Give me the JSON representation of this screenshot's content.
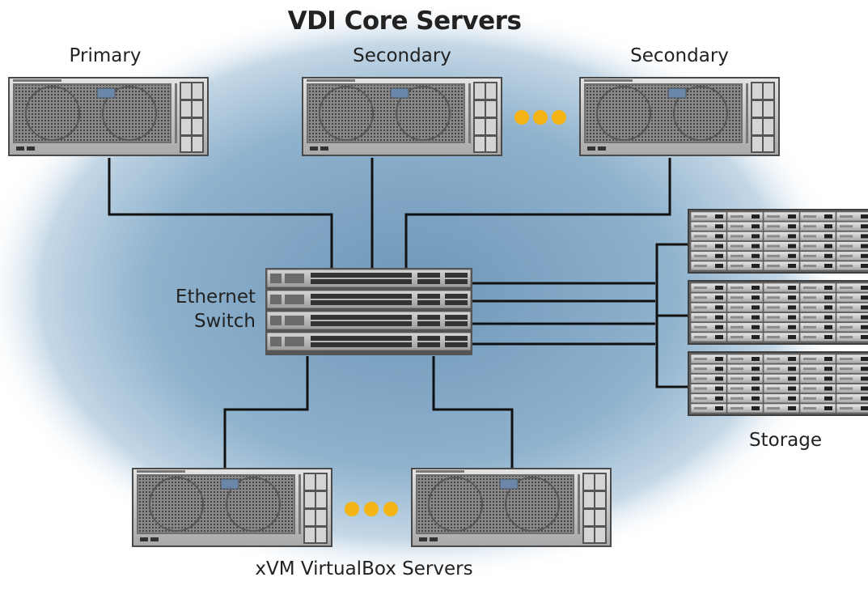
{
  "title": "VDI Core Servers",
  "labels": {
    "primary": "Primary",
    "secondary_1": "Secondary",
    "secondary_2": "Secondary",
    "switch_line_1": "Ethernet",
    "switch_line_2": "Switch",
    "storage": "Storage",
    "virtualbox": "xVM VirtualBox Servers"
  },
  "colors": {
    "cloud_center": "#7aa0c0",
    "cloud_edge": "#ffffff",
    "cable": "#111111",
    "ellipsis_dots": "#f5b415",
    "server_body": "#c9c9c9"
  }
}
